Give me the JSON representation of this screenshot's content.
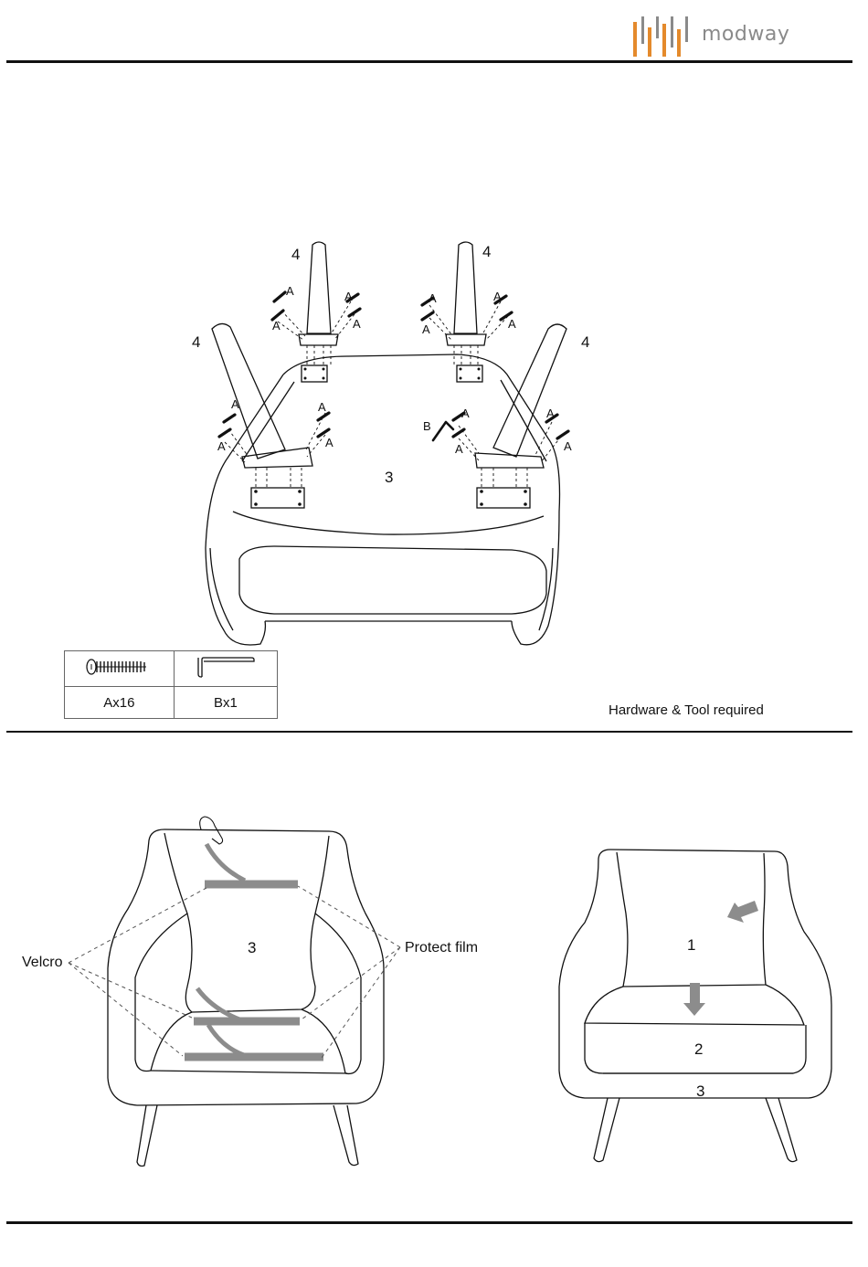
{
  "brand": {
    "name": "modway",
    "bar_color": "#e48a2c",
    "gray": "#8a8a8a"
  },
  "step_top": {
    "part_labels": {
      "seat": "3",
      "leg": "4"
    },
    "hardware_labels": {
      "screw": "A",
      "tool": "B"
    },
    "hardware_table": {
      "icons": [
        "screw-icon",
        "allen-key-icon"
      ],
      "counts": [
        "Ax16",
        "Bx1"
      ]
    },
    "caption": "Hardware & Tool required"
  },
  "step_bottom": {
    "left": {
      "part": "3",
      "velcro_label": "Velcro",
      "film_label": "Protect film"
    },
    "right": {
      "parts": [
        "1",
        "2",
        "3"
      ]
    }
  }
}
